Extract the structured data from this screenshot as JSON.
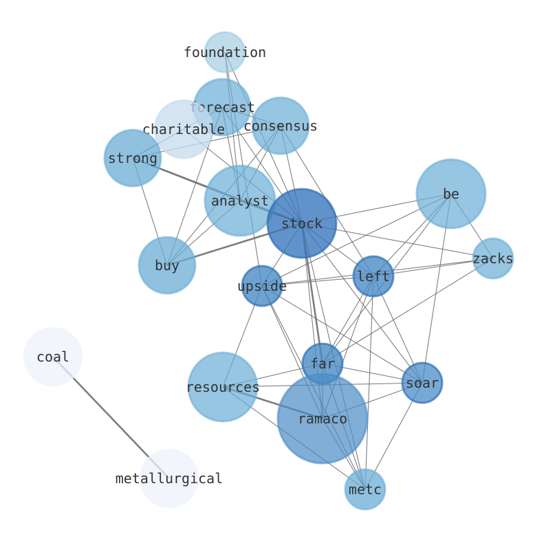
{
  "nodes": [
    {
      "id": "foundation",
      "label": "foundation",
      "color": "#9ecae1",
      "opacity": 0.65,
      "strong": false
    },
    {
      "id": "forecast",
      "label": "forecast",
      "color": "#6baed6",
      "opacity": 0.7,
      "strong": false
    },
    {
      "id": "charitable",
      "label": "charitable",
      "color": "#c6dbef",
      "opacity": 0.75,
      "strong": false
    },
    {
      "id": "consensus",
      "label": "consensus",
      "color": "#6baed6",
      "opacity": 0.7,
      "strong": false
    },
    {
      "id": "strong",
      "label": "strong",
      "color": "#6baed6",
      "opacity": 0.75,
      "strong": false
    },
    {
      "id": "analyst",
      "label": "analyst",
      "color": "#6baed6",
      "opacity": 0.7,
      "strong": false
    },
    {
      "id": "stock",
      "label": "stock",
      "color": "#3a78bd",
      "opacity": 0.8,
      "strong": true
    },
    {
      "id": "be",
      "label": "be",
      "color": "#6baed6",
      "opacity": 0.7,
      "strong": false
    },
    {
      "id": "zacks",
      "label": "zacks",
      "color": "#6baed6",
      "opacity": 0.7,
      "strong": false
    },
    {
      "id": "buy",
      "label": "buy",
      "color": "#6baed6",
      "opacity": 0.75,
      "strong": false
    },
    {
      "id": "upside",
      "label": "upside",
      "color": "#4a8cc6",
      "opacity": 0.8,
      "strong": true
    },
    {
      "id": "left",
      "label": "left",
      "color": "#4a8cc6",
      "opacity": 0.8,
      "strong": true
    },
    {
      "id": "coal",
      "label": "coal",
      "color": "#eef3fb",
      "opacity": 0.75,
      "strong": false
    },
    {
      "id": "far",
      "label": "far",
      "color": "#4a8cc6",
      "opacity": 0.8,
      "strong": true
    },
    {
      "id": "resources",
      "label": "resources",
      "color": "#6baed6",
      "opacity": 0.7,
      "strong": false
    },
    {
      "id": "soar",
      "label": "soar",
      "color": "#4a8cc6",
      "opacity": 0.75,
      "strong": true
    },
    {
      "id": "ramaco",
      "label": "ramaco",
      "color": "#4a8cc6",
      "opacity": 0.7,
      "strong": false
    },
    {
      "id": "metallurgical",
      "label": "metallurgical",
      "color": "#eef3fb",
      "opacity": 0.75,
      "strong": false
    },
    {
      "id": "metc",
      "label": "metc",
      "color": "#6baed6",
      "opacity": 0.75,
      "strong": false
    }
  ],
  "edges": [
    [
      "foundation",
      "stock"
    ],
    [
      "foundation",
      "analyst"
    ],
    [
      "foundation",
      "upside"
    ],
    [
      "forecast",
      "stock"
    ],
    [
      "forecast",
      "analyst"
    ],
    [
      "forecast",
      "buy"
    ],
    [
      "forecast",
      "strong"
    ],
    [
      "forecast",
      "consensus"
    ],
    [
      "charitable",
      "stock"
    ],
    [
      "charitable",
      "strong"
    ],
    [
      "consensus",
      "stock"
    ],
    [
      "consensus",
      "analyst"
    ],
    [
      "consensus",
      "buy"
    ],
    [
      "consensus",
      "strong"
    ],
    [
      "consensus",
      "left"
    ],
    [
      "strong",
      "stock"
    ],
    [
      "strong",
      "analyst"
    ],
    [
      "strong",
      "buy"
    ],
    [
      "analyst",
      "stock"
    ],
    [
      "analyst",
      "buy"
    ],
    [
      "stock",
      "buy"
    ],
    [
      "stock",
      "be"
    ],
    [
      "stock",
      "zacks"
    ],
    [
      "stock",
      "left"
    ],
    [
      "stock",
      "upside"
    ],
    [
      "stock",
      "far"
    ],
    [
      "stock",
      "ramaco"
    ],
    [
      "stock",
      "soar"
    ],
    [
      "stock",
      "metc"
    ],
    [
      "be",
      "left"
    ],
    [
      "be",
      "upside"
    ],
    [
      "be",
      "zacks"
    ],
    [
      "be",
      "far"
    ],
    [
      "be",
      "soar"
    ],
    [
      "zacks",
      "left"
    ],
    [
      "zacks",
      "upside"
    ],
    [
      "zacks",
      "far"
    ],
    [
      "upside",
      "left"
    ],
    [
      "upside",
      "ramaco"
    ],
    [
      "upside",
      "metc"
    ],
    [
      "upside",
      "soar"
    ],
    [
      "upside",
      "resources"
    ],
    [
      "left",
      "far"
    ],
    [
      "left",
      "ramaco"
    ],
    [
      "left",
      "metc"
    ],
    [
      "left",
      "soar"
    ],
    [
      "far",
      "resources"
    ],
    [
      "far",
      "soar"
    ],
    [
      "far",
      "ramaco"
    ],
    [
      "far",
      "metc"
    ],
    [
      "resources",
      "soar"
    ],
    [
      "resources",
      "ramaco"
    ],
    [
      "resources",
      "metc"
    ],
    [
      "soar",
      "ramaco"
    ],
    [
      "soar",
      "metc"
    ],
    [
      "ramaco",
      "metc"
    ],
    [
      "coal",
      "metallurgical"
    ]
  ],
  "heavy_edges": [
    [
      "strong",
      "stock"
    ],
    [
      "analyst",
      "stock"
    ],
    [
      "stock",
      "far"
    ],
    [
      "resources",
      "ramaco"
    ],
    [
      "coal",
      "metallurgical"
    ],
    [
      "stock",
      "buy"
    ]
  ]
}
